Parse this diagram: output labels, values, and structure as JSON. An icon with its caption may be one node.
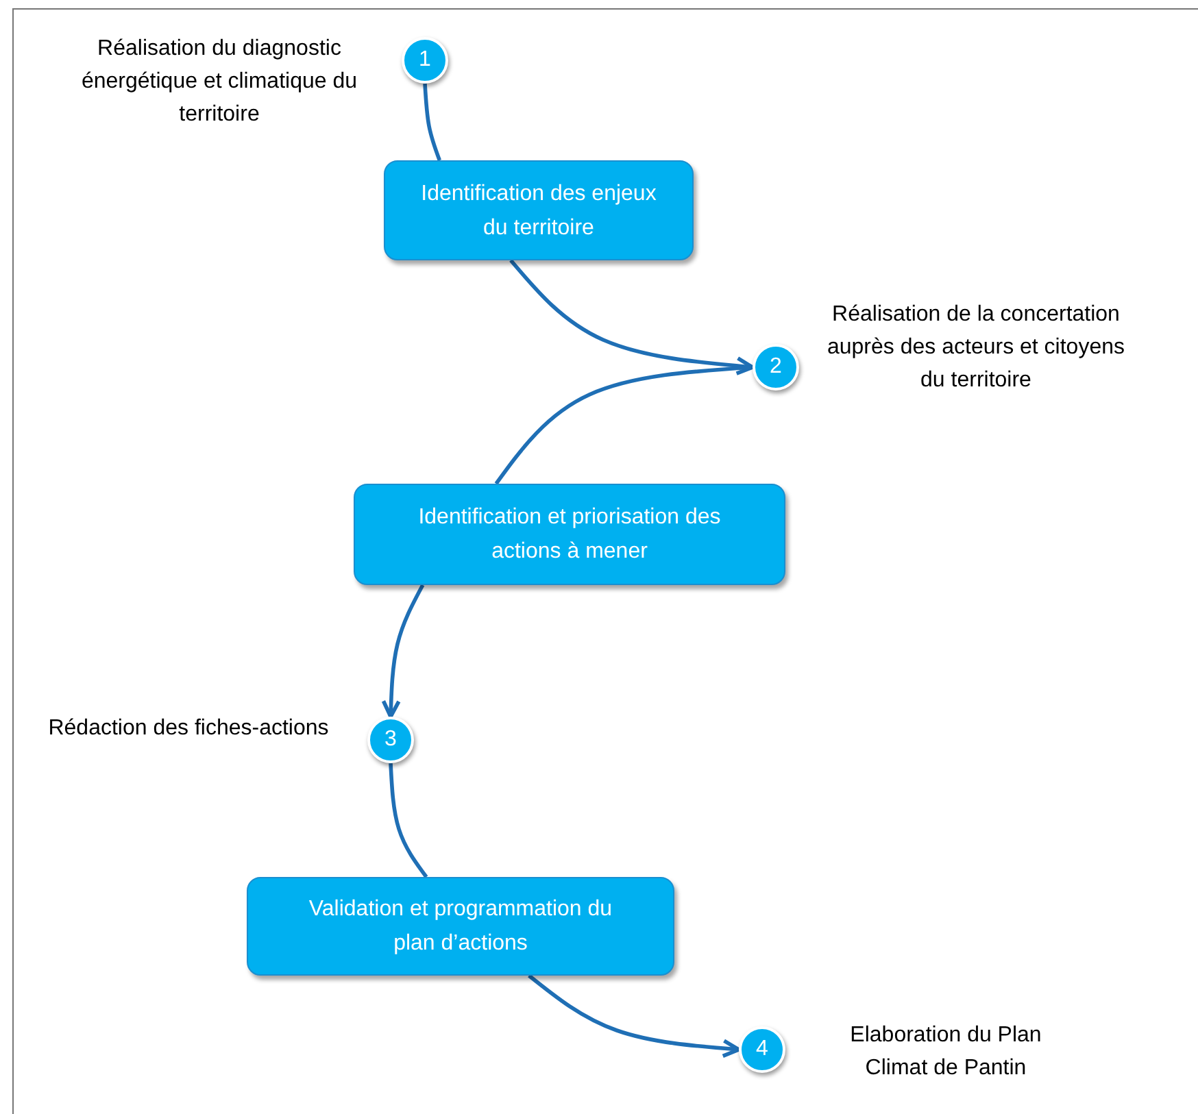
{
  "diagram": {
    "nodes": [
      {
        "text": [
          "1"
        ],
        "beside": [
          "Réalisation du diagnostic énergétique et climatique du territoire"
        ]
      },
      {
        "text": [
          "Identification des enjeux du territoire"
        ]
      },
      {
        "text": [
          "2"
        ],
        "beside": [
          "Réalisation de la concertation auprès des acteurs et citoyens du territoire"
        ]
      },
      {
        "text": [
          "Identification et priorisation des actions à mener"
        ]
      },
      {
        "text": [
          "3"
        ],
        "beside": [
          "Rédaction des fiches-actions"
        ]
      },
      {
        "text": [
          "Validation et programmation du plan d’actions"
        ]
      },
      {
        "text": [
          "4"
        ],
        "beside": [
          "Elaboration du Plan Climat de Pantin"
        ]
      }
    ],
    "edges": [
      {
        "from": 0,
        "to": 1,
        "arrow": "none"
      },
      {
        "from": 1,
        "to": 2,
        "arrow": "to"
      },
      {
        "from": 2,
        "to": 3,
        "arrow": "none"
      },
      {
        "from": 3,
        "to": 4,
        "arrow": "to"
      },
      {
        "from": 4,
        "to": 5,
        "arrow": "none"
      },
      {
        "from": 5,
        "to": 6,
        "arrow": "to"
      }
    ]
  }
}
